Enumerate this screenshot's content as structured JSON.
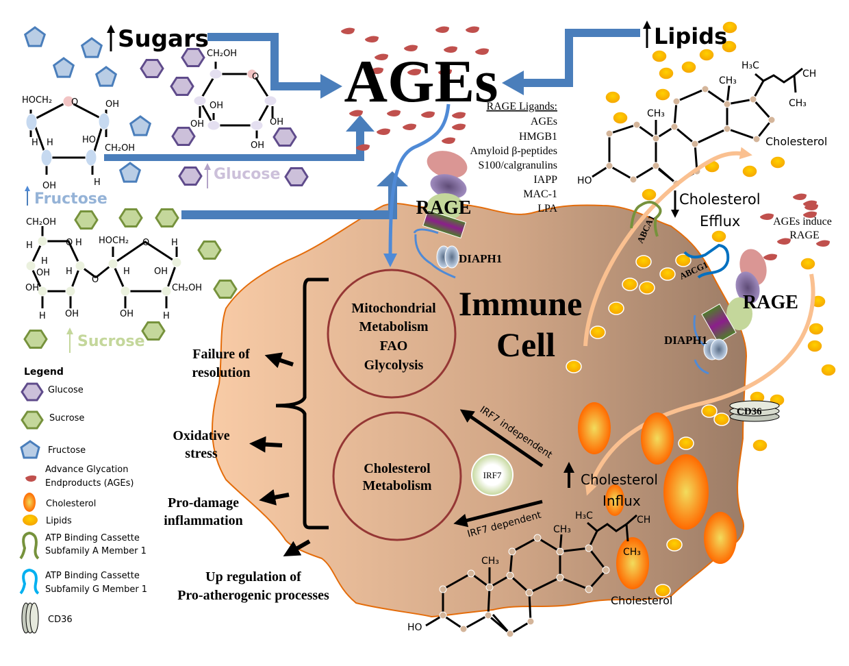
{
  "title": "AGEs",
  "inputs": {
    "sugars": "Sugars",
    "lipids": "Lipids",
    "fructose": "Fructose",
    "glucose": "Glucose",
    "sucrose": "Sucrose"
  },
  "rage_ligands": {
    "heading": "RAGE Ligands:",
    "items": [
      "AGEs",
      "HMGB1",
      "Amyloid β-peptides",
      "S100/calgranulins",
      "IAPP",
      "MAC-1",
      "LPA"
    ]
  },
  "cell": {
    "title_line1": "Immune",
    "title_line2": "Cell",
    "rage_top": "RAGE",
    "diaph1_top": "DIAPH1",
    "rage_right": "RAGE",
    "diaph1_right": "DIAPH1",
    "abca1": "ABCA1",
    "abcg1": "ABCG1",
    "cd36": "CD36",
    "irf7": "IRF7",
    "irf7_independent": "IRF7 independent",
    "irf7_dependent": "IRF7 dependent",
    "cholesterol_influx_1": "Cholesterol",
    "cholesterol_influx_2": "Influx",
    "cholesterol_label": "Cholesterol",
    "mito": [
      "Mitochondrial",
      "Metabolism",
      "FAO",
      "Glycolysis"
    ],
    "chol_met": [
      "Cholesterol",
      "Metabolism"
    ]
  },
  "efflux": {
    "line1": "Cholesterol",
    "line2": "Efflux",
    "ages_induce_1": "AGEs induce",
    "ages_induce_2": "RAGE"
  },
  "cholesterol_structure_label": "Cholesterol",
  "outcomes": [
    {
      "l1": "Failure of",
      "l2": "resolution"
    },
    {
      "l1": "Oxidative",
      "l2": "stress"
    },
    {
      "l1": "Pro-damage",
      "l2": "inflammation"
    },
    {
      "l1": "Up regulation of",
      "l2": "Pro-atherogenic processes"
    }
  ],
  "chem": {
    "ch2oh": "CH₂OH",
    "hoch2": "HOCH₂",
    "oh": "OH",
    "h": "H",
    "o": "O",
    "ho": "HO",
    "ch3": "CH₃",
    "h3c": "H₃C",
    "ch": "CH"
  },
  "legend": {
    "title": "Legend",
    "items": [
      {
        "icon": "glucose-hexagon-icon",
        "l1": "Glucose",
        "l2": ""
      },
      {
        "icon": "sucrose-hexagon-icon",
        "l1": "Sucrose",
        "l2": ""
      },
      {
        "icon": "fructose-pentagon-icon",
        "l1": "Fructose",
        "l2": ""
      },
      {
        "icon": "age-droplet-icon",
        "l1": "Advance Glycation",
        "l2": "Endproducts (AGEs)"
      },
      {
        "icon": "cholesterol-ellipse-icon",
        "l1": "Cholesterol",
        "l2": ""
      },
      {
        "icon": "lipid-dot-icon",
        "l1": "Lipids",
        "l2": ""
      },
      {
        "icon": "abca1-loop-icon",
        "l1": "ATP Binding Cassette",
        "l2": "Subfamily A Member 1"
      },
      {
        "icon": "abcg1-loop-icon",
        "l1": "ATP Binding Cassette",
        "l2": "Subfamily G Member 1"
      },
      {
        "icon": "cd36-icon",
        "l1": "CD36",
        "l2": ""
      }
    ]
  },
  "colors": {
    "arrow_blue": "#4a7ebb",
    "age_red": "#c0504d",
    "glucose_fill": "#ccc0da",
    "glucose_stroke": "#5f4b8b",
    "sucrose_fill": "#c4d79b",
    "sucrose_stroke": "#76923c",
    "fructose_fill": "#b9cde5",
    "fructose_stroke": "#4a7ebb",
    "cell_light": "#f6c9a5",
    "cell_dark": "#a3826b",
    "cell_outline": "#e46c0a",
    "lipid": "#ffc000",
    "circle_stroke": "#953735"
  }
}
